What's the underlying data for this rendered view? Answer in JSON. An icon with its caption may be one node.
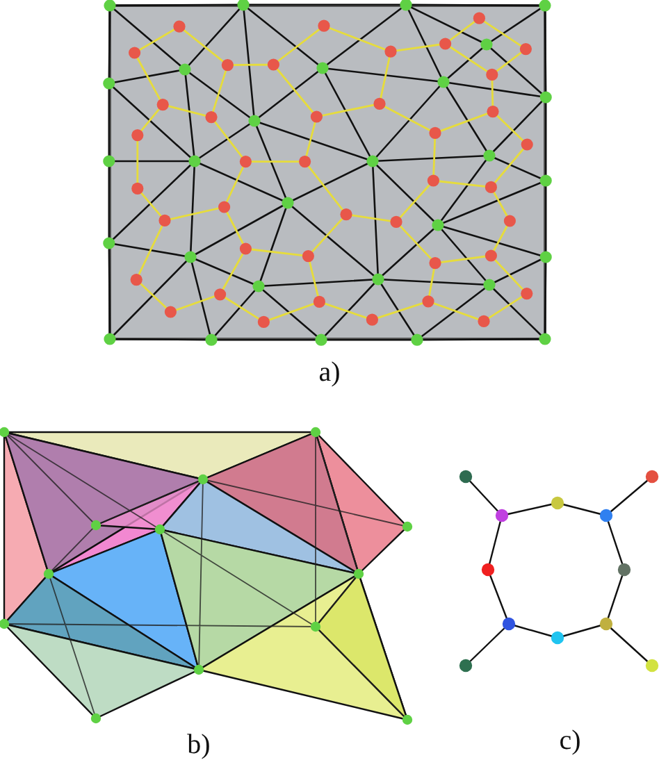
{
  "diagram": {
    "labels": [
      "a)",
      "b)",
      "c)"
    ]
  }
}
